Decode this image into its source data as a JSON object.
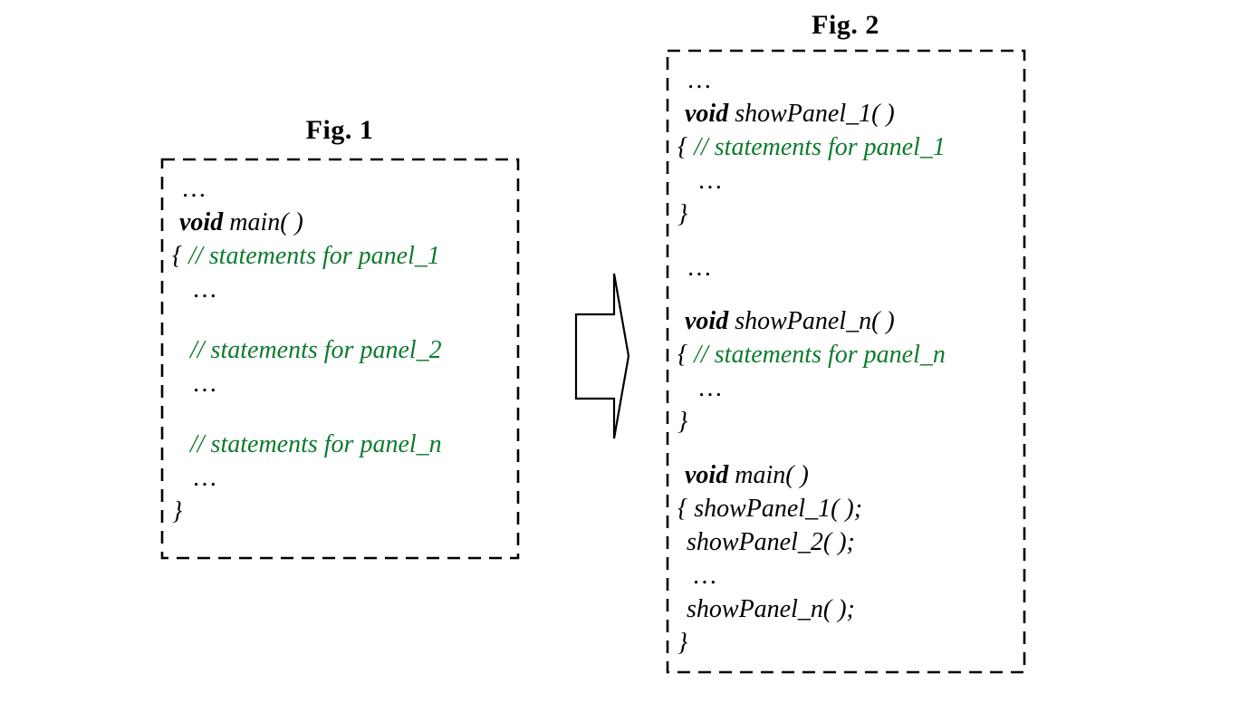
{
  "colors": {
    "comment_green": "#0d7b2d",
    "ink_black": "#000000",
    "background": "#ffffff"
  },
  "figure1": {
    "title": "Fig. 1",
    "lines": [
      {
        "indent": 24,
        "segments": [
          {
            "t": "…",
            "s": "p"
          }
        ]
      },
      {
        "indent": 20,
        "segments": [
          {
            "t": "void",
            "s": "k"
          },
          {
            "t": " main( )",
            "s": "p"
          }
        ]
      },
      {
        "indent": 12,
        "segments": [
          {
            "t": "{ ",
            "s": "p"
          },
          {
            "t": "// statements for panel_1",
            "s": "c"
          }
        ]
      },
      {
        "indent": 36,
        "segments": [
          {
            "t": "…",
            "s": "p"
          }
        ]
      },
      {
        "blank": true,
        "h": 30
      },
      {
        "indent": 32,
        "segments": [
          {
            "t": "// statements for panel_2",
            "s": "c"
          }
        ]
      },
      {
        "indent": 36,
        "segments": [
          {
            "t": "…",
            "s": "p"
          }
        ]
      },
      {
        "blank": true,
        "h": 30
      },
      {
        "indent": 32,
        "segments": [
          {
            "t": "// statements for panel_n",
            "s": "c"
          }
        ]
      },
      {
        "indent": 36,
        "segments": [
          {
            "t": "…",
            "s": "p"
          }
        ]
      },
      {
        "indent": 12,
        "segments": [
          {
            "t": "}",
            "s": "p"
          }
        ]
      }
    ]
  },
  "figure2": {
    "title": "Fig. 2",
    "lines": [
      {
        "indent": 24,
        "segments": [
          {
            "t": "…",
            "s": "p"
          }
        ]
      },
      {
        "indent": 20,
        "segments": [
          {
            "t": "void",
            "s": "k"
          },
          {
            "t": " showPanel_1( )",
            "s": "p"
          }
        ]
      },
      {
        "indent": 12,
        "segments": [
          {
            "t": "{ ",
            "s": "p"
          },
          {
            "t": "// statements for panel_1",
            "s": "c"
          }
        ]
      },
      {
        "indent": 36,
        "segments": [
          {
            "t": "…",
            "s": "p"
          }
        ]
      },
      {
        "indent": 12,
        "segments": [
          {
            "t": "}",
            "s": "p"
          }
        ]
      },
      {
        "blank": true,
        "h": 22
      },
      {
        "indent": 24,
        "segments": [
          {
            "t": "…",
            "s": "p"
          }
        ]
      },
      {
        "blank": true,
        "h": 22
      },
      {
        "indent": 20,
        "segments": [
          {
            "t": "void",
            "s": "k"
          },
          {
            "t": " showPanel_n( )",
            "s": "p"
          }
        ]
      },
      {
        "indent": 12,
        "segments": [
          {
            "t": "{ ",
            "s": "p"
          },
          {
            "t": "// statements for panel_n",
            "s": "c"
          }
        ]
      },
      {
        "indent": 36,
        "segments": [
          {
            "t": "…",
            "s": "p"
          }
        ]
      },
      {
        "indent": 12,
        "segments": [
          {
            "t": "}",
            "s": "p"
          }
        ]
      },
      {
        "blank": true,
        "h": 22
      },
      {
        "indent": 20,
        "segments": [
          {
            "t": "void",
            "s": "k"
          },
          {
            "t": " main( )",
            "s": "p"
          }
        ]
      },
      {
        "indent": 12,
        "segments": [
          {
            "t": "{ showPanel_1( );",
            "s": "p"
          }
        ]
      },
      {
        "indent": 22,
        "segments": [
          {
            "t": "showPanel_2( );",
            "s": "p"
          }
        ]
      },
      {
        "indent": 30,
        "segments": [
          {
            "t": "…",
            "s": "p"
          }
        ]
      },
      {
        "indent": 22,
        "segments": [
          {
            "t": "showPanel_n( );",
            "s": "p"
          }
        ]
      },
      {
        "indent": 12,
        "segments": [
          {
            "t": "}",
            "s": "p"
          }
        ]
      }
    ]
  },
  "arrow": {
    "direction": "right"
  }
}
